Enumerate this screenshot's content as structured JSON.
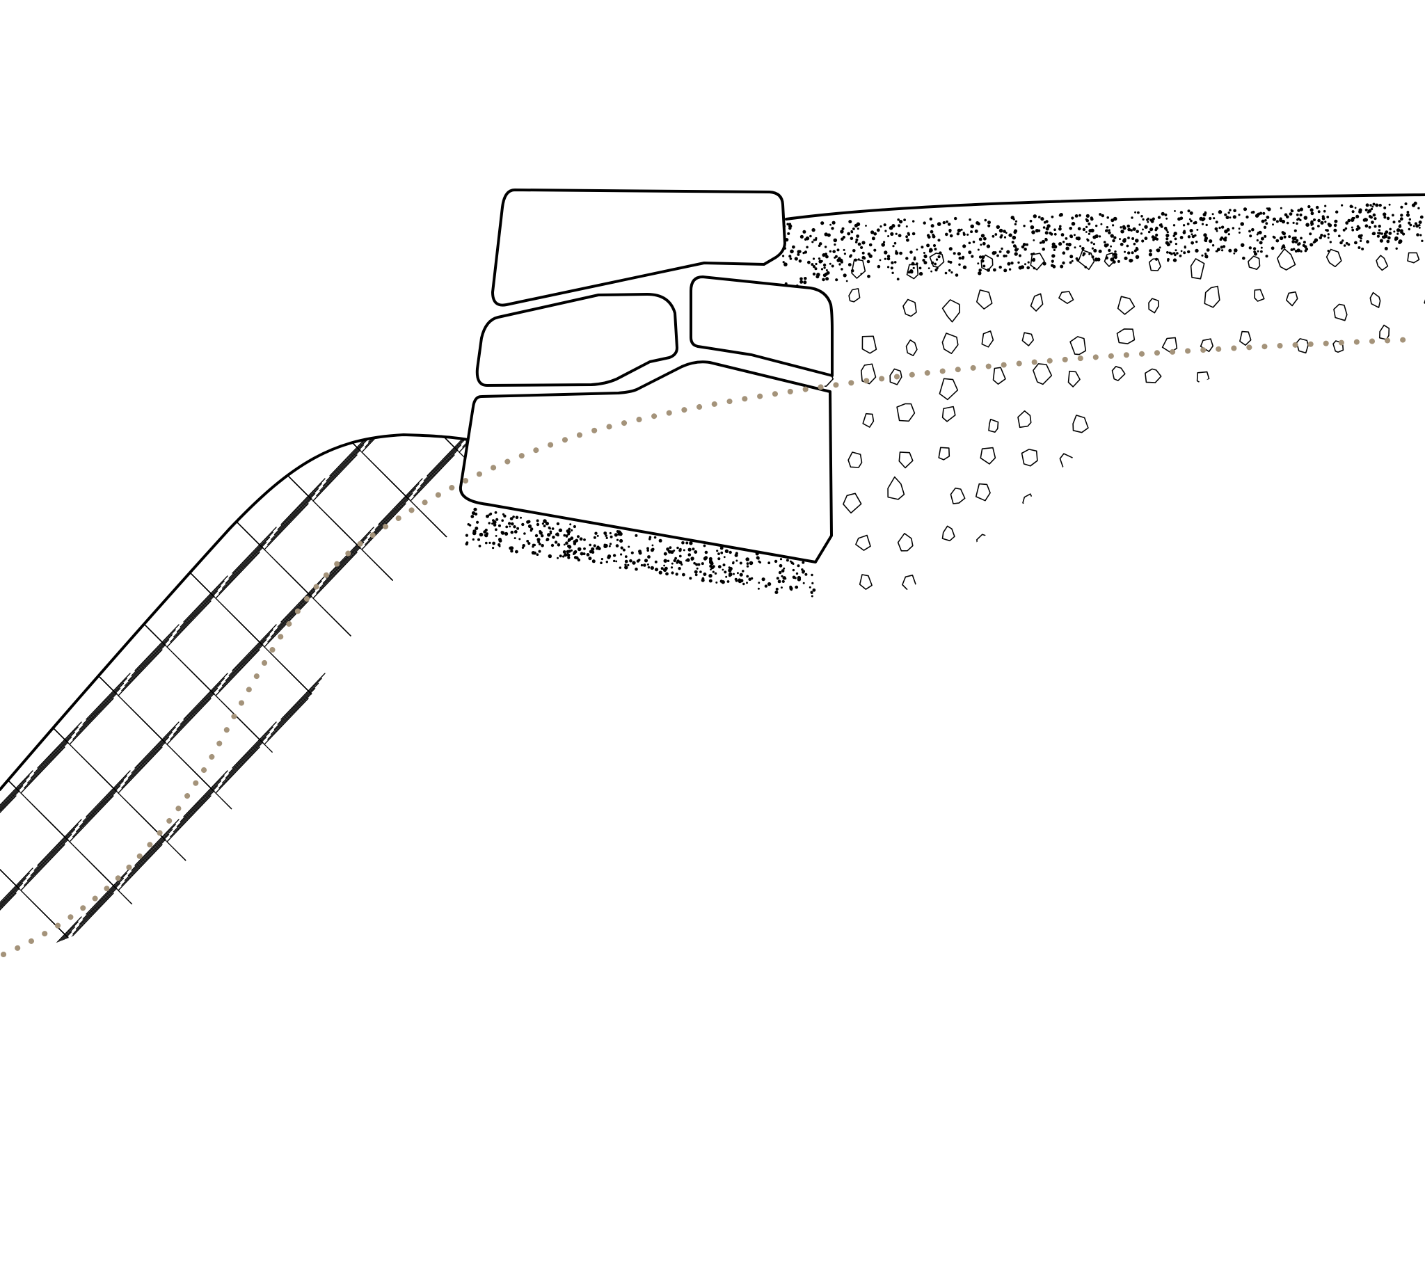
{
  "diagram": {
    "description_free": true,
    "colors": {
      "outline": "#000000",
      "background": "#ffffff",
      "water_line": "#a4937a"
    },
    "elements": {
      "stones": 4,
      "fill_texture": "pebbles",
      "bedding_texture": "fine-dots",
      "soil_texture": "hatched"
    }
  }
}
